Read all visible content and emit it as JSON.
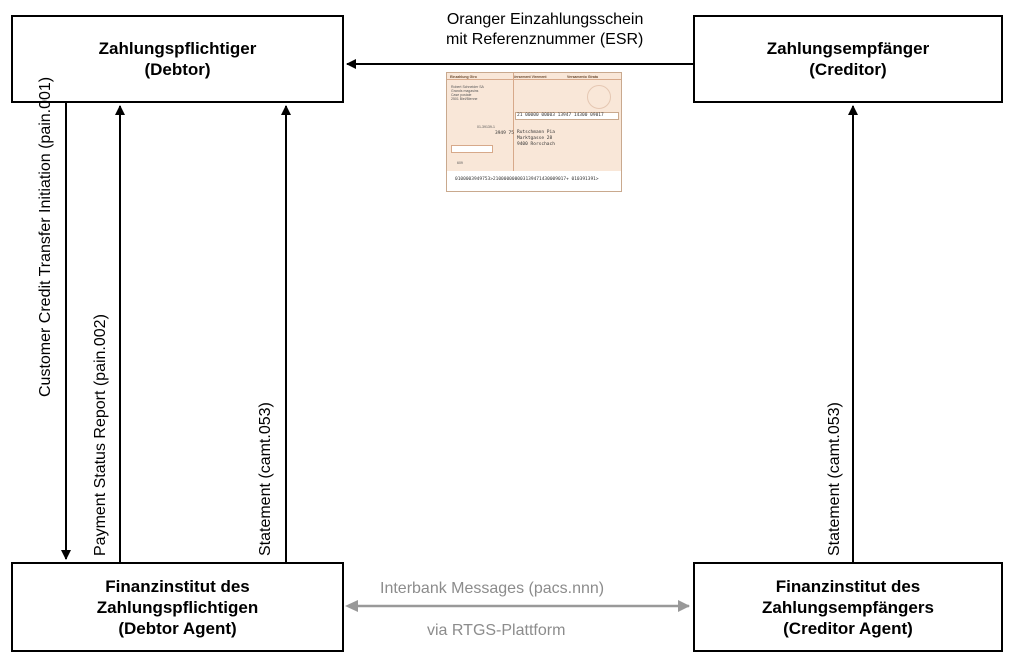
{
  "nodes": {
    "debtor": {
      "line1": "Zahlungspflichtiger",
      "line2": "(Debtor)"
    },
    "creditor": {
      "line1": "Zahlungsempfänger",
      "line2": "(Creditor)"
    },
    "debtor_agent": {
      "line1": "Finanzinstitut des",
      "line2": "Zahlungspflichtigen",
      "line3": "(Debtor Agent)"
    },
    "creditor_agent": {
      "line1": "Finanzinstitut des",
      "line2": "Zahlungsempfängers",
      "line3": "(Creditor Agent)"
    }
  },
  "edges": {
    "esr": {
      "line1": "Oranger Einzahlungsschein",
      "line2": "mit Referenznummer (ESR)"
    },
    "pain001": "Customer Credit Transfer Initiation (pain.001)",
    "pain002": "Payment Status Report (pain.002)",
    "camt053_debtor": "Statement (camt.053)",
    "camt053_creditor": "Statement (camt.053)",
    "interbank": {
      "line1": "Interbank Messages (pacs.nnn)",
      "line2": "via RTGS-Plattform"
    }
  },
  "esr_slip": {
    "header_left": "Einzahlung Giro",
    "header_mid": "Versement Virement",
    "header_right": "Versamento Girata",
    "ref_number": "21 00000 00003 13947 14300 09017",
    "payer_line1": "Rutschmann Pia",
    "payer_line2": "Marktgasse 28",
    "payer_line3": "9400 Rorschach",
    "recipient_line1": "Robert Schneider SA",
    "recipient_line2": "Grands magasins",
    "recipient_line3": "Case postale",
    "recipient_line4": "2501 Biel/Bienne",
    "account": "01-39139-1",
    "amount": "3949 75",
    "esr_label": "609",
    "coding_line": "0100003949753>210000000003139471430009017+ 010391391>"
  },
  "colors": {
    "line": "#000000",
    "interbank": "#999999",
    "esr_background": "#f9e7d8"
  }
}
